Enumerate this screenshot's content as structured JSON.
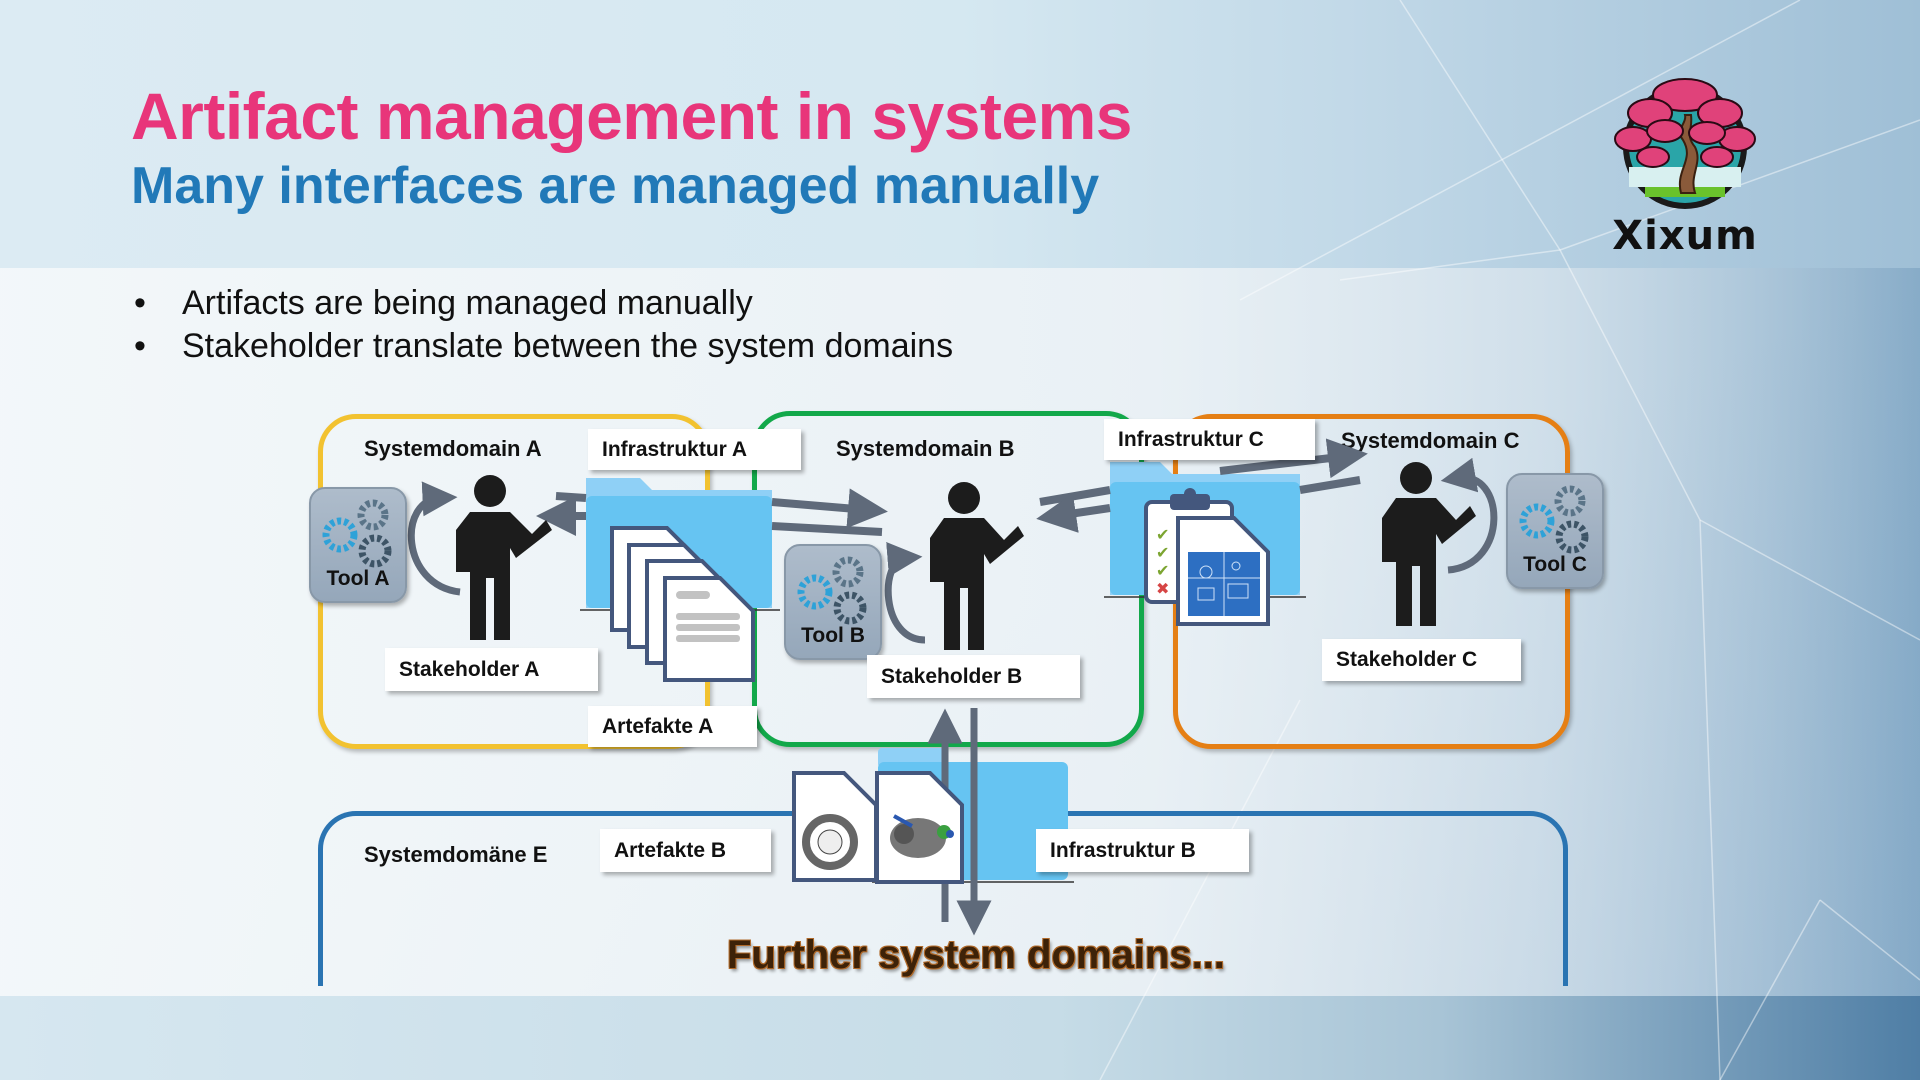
{
  "slide": {
    "title": "Artifact management in systems",
    "subtitle": "Many interfaces are managed manually",
    "colors": {
      "title": "#E8357A",
      "subtitle": "#2179B8",
      "domain_a": "#F2C230",
      "domain_b": "#12A84A",
      "domain_c": "#E57F14",
      "domain_e": "#2A74B2"
    }
  },
  "logo": {
    "text": "Xixum",
    "icon": "bonsai-tree-logo-icon"
  },
  "bullets": [
    "Artifacts are being managed manually",
    "Stakeholder translate between the system domains"
  ],
  "bullet_glyph": "•",
  "diagram": {
    "domains": {
      "a": {
        "title": "Systemdomain A",
        "tool": "Tool A",
        "stakeholder": "Stakeholder A",
        "infrastructure": "Infrastruktur A",
        "artifacts": "Artefakte A"
      },
      "b": {
        "title": "Systemdomain B",
        "tool": "Tool B",
        "stakeholder": "Stakeholder B",
        "infrastructure": "Infrastruktur B",
        "artifacts": "Artefakte B"
      },
      "c": {
        "title": "Systemdomain C",
        "tool": "Tool C",
        "stakeholder": "Stakeholder C",
        "infrastructure": "Infrastruktur C"
      },
      "e": {
        "title": "Systemdomäne E"
      }
    },
    "footer_text": "Further system domains..."
  }
}
